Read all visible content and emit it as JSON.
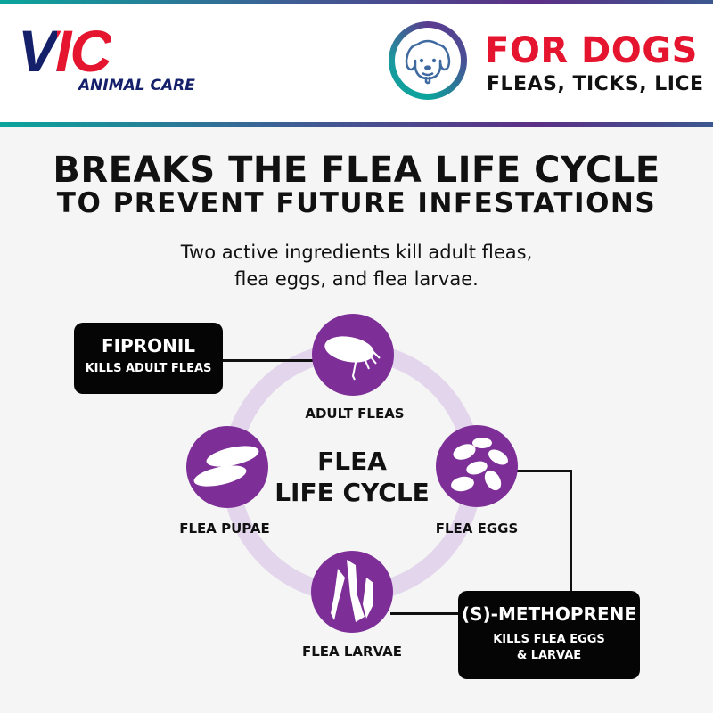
{
  "header": {
    "brand_logo_text": "VIC",
    "brand_sub": "ANIMAL CARE",
    "for_title": "FOR DOGS",
    "for_sub": "FLEAS, TICKS, LICE"
  },
  "headline": "BREAKS THE FLEA LIFE CYCLE",
  "subheadline": "TO PREVENT FUTURE INFESTATIONS",
  "description": [
    "Two active ingredients kill adult fleas,",
    "flea eggs, and flea larvae."
  ],
  "cycle": {
    "title": [
      "FLEA",
      "LIFE CYCLE"
    ],
    "stages": [
      {
        "label": "ADULT FLEAS",
        "icon": "flea-icon"
      },
      {
        "label": "FLEA EGGS",
        "icon": "eggs-icon"
      },
      {
        "label": "FLEA LARVAE",
        "icon": "larvae-icon"
      },
      {
        "label": "FLEA PUPAE",
        "icon": "pupae-icon"
      }
    ]
  },
  "ingredients": [
    {
      "name": "FIPRONIL",
      "effect": [
        "KILLS ADULT FLEAS"
      ]
    },
    {
      "name": "(S)-METHOPRENE",
      "effect": [
        "KILLS FLEA EGGS",
        "& LARVAE"
      ]
    }
  ],
  "colors": {
    "accent_red": "#e5142f",
    "navy": "#15206b",
    "purple": "#7d2f97",
    "ring": "#e3d6ec"
  }
}
